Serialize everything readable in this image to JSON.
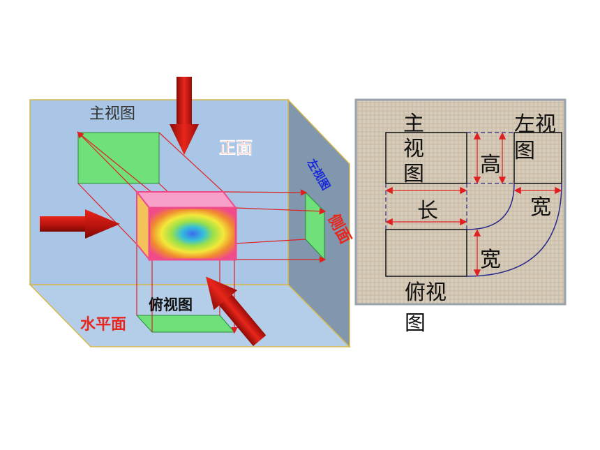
{
  "diagram": {
    "box_labels": {
      "front_view": "主视图",
      "front_plane": "正面",
      "left_view": "左视图",
      "side_plane": "侧面",
      "top_view": "俯视图",
      "horizontal_plane": "水平面"
    },
    "views_panel": {
      "front_view": "主视图",
      "left_view": "左视图",
      "top_view": "俯视图",
      "height": "高",
      "length": "长",
      "width_right": "宽",
      "width_bottom": "宽"
    },
    "colors": {
      "box_face": "#a9c6e6",
      "box_side": "#8097ae",
      "box_edge": "#d6b84a",
      "projection": "#52e07a",
      "arrow": "#c8150f",
      "guide": "#e02020",
      "panel_bg": "#d8cdbb",
      "arc": "#2b2b8a"
    }
  }
}
